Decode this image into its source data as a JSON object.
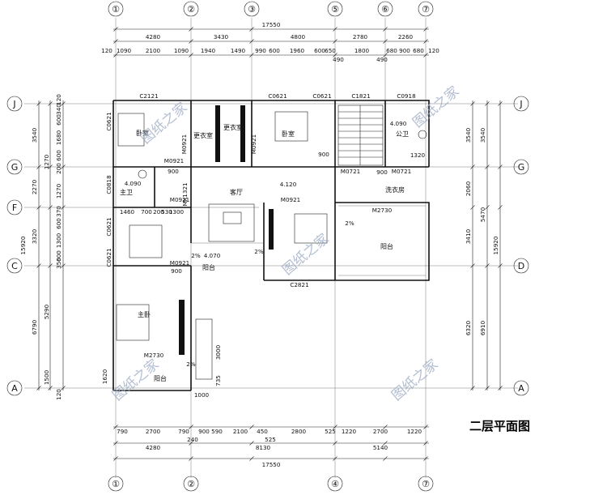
{
  "title": "二层平面图",
  "watermark": "图纸之家",
  "grid_top": [
    "①",
    "②",
    "③",
    "⑤",
    "⑥",
    "⑦"
  ],
  "grid_bottom": [
    "①",
    "②",
    "④",
    "⑦"
  ],
  "grid_left": [
    "J",
    "G",
    "F",
    "C",
    "A"
  ],
  "grid_right": [
    "J",
    "G",
    "D",
    "A"
  ],
  "top_total": "17550",
  "top_row1": [
    "4280",
    "3430",
    "4800",
    "2780",
    "2260"
  ],
  "top_row2": [
    "120",
    "1090",
    "2100",
    "1090",
    "1940",
    "1490",
    "990",
    "600",
    "1960",
    "600",
    "650",
    "1800",
    "680",
    "900",
    "680",
    "120"
  ],
  "top_row3": [
    "490",
    "490"
  ],
  "bottom_total": "17550",
  "bottom_row1": [
    "790",
    "2700",
    "790",
    "900",
    "590",
    "2100",
    "450",
    "2800",
    "525",
    "1220",
    "2700",
    "1220"
  ],
  "bottom_row2": [
    "4280",
    "240",
    "8130",
    "525",
    "5140"
  ],
  "left_outer": [
    "3540",
    "2270",
    "3320",
    "6790",
    "15920"
  ],
  "left_inner": [
    "120",
    "340",
    "600",
    "1680",
    "600",
    "1270",
    "200",
    "1270",
    "370",
    "600",
    "1300",
    "600",
    "350",
    "5290",
    "1500",
    "120"
  ],
  "right_inner": [
    "3540",
    "2060",
    "3410",
    "6320"
  ],
  "right_outer": [
    "5470",
    "6910",
    "15920"
  ],
  "windows": [
    "C2121",
    "C0621",
    "C0621",
    "C1821",
    "C0918",
    "C0621",
    "C0818",
    "C0621",
    "C0621",
    "C2821"
  ],
  "doors": [
    "M0921",
    "M0921",
    "M0921",
    "M0921",
    "M0721",
    "M0721",
    "M0921",
    "M0921",
    "M2730",
    "M2730",
    "MK1321"
  ],
  "rooms": {
    "bedroom_nw": "卧室",
    "closet1": "更衣室",
    "closet2": "更衣室",
    "bedroom_n": "卧室",
    "public_toilet": "公卫",
    "master_toilet": "主卫",
    "living": "客厅",
    "laundry": "洗衣房",
    "balcony_e": "阳台",
    "balcony_s": "阳台",
    "master_bedroom": "主卧",
    "balcony_sw": "阳台"
  },
  "levels": [
    "4.120",
    "4.090",
    "4.090",
    "4.070"
  ],
  "small_dims": [
    "900",
    "1460",
    "700",
    "200",
    "530",
    "1300",
    "900",
    "1000",
    "3000",
    "735",
    "1620",
    "900",
    "1320",
    "900",
    "2%",
    "2%",
    "2%",
    "2%"
  ]
}
